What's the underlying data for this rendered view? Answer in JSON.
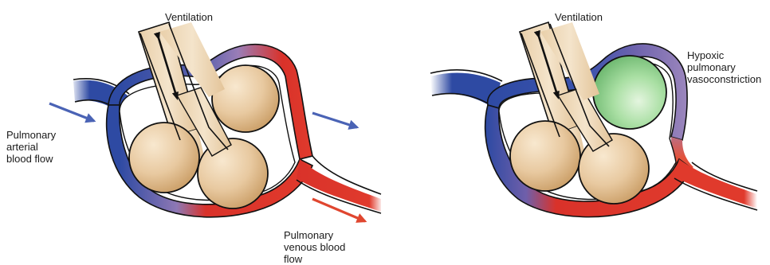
{
  "left_panel": {
    "ventilation_label": "Ventilation",
    "arterial_label": [
      "Pulmonary",
      "arterial",
      "blood flow"
    ],
    "venous_label": [
      "Pulmonary",
      "venous blood",
      "flow"
    ]
  },
  "right_panel": {
    "ventilation_label": "Ventilation",
    "hpv_label": [
      "Hypoxic",
      "pulmonary",
      "vasoconstriction"
    ]
  },
  "colors": {
    "artery_blue": "#2e4aa3",
    "vein_red": "#d9322a",
    "transition_purple": "#8e78b4",
    "alveolus_tan": "#e8c9a0",
    "hypoxic_alveolus_green": "#9fd99b",
    "airway_tan": "#f0dcbf",
    "outline": "#111111"
  }
}
